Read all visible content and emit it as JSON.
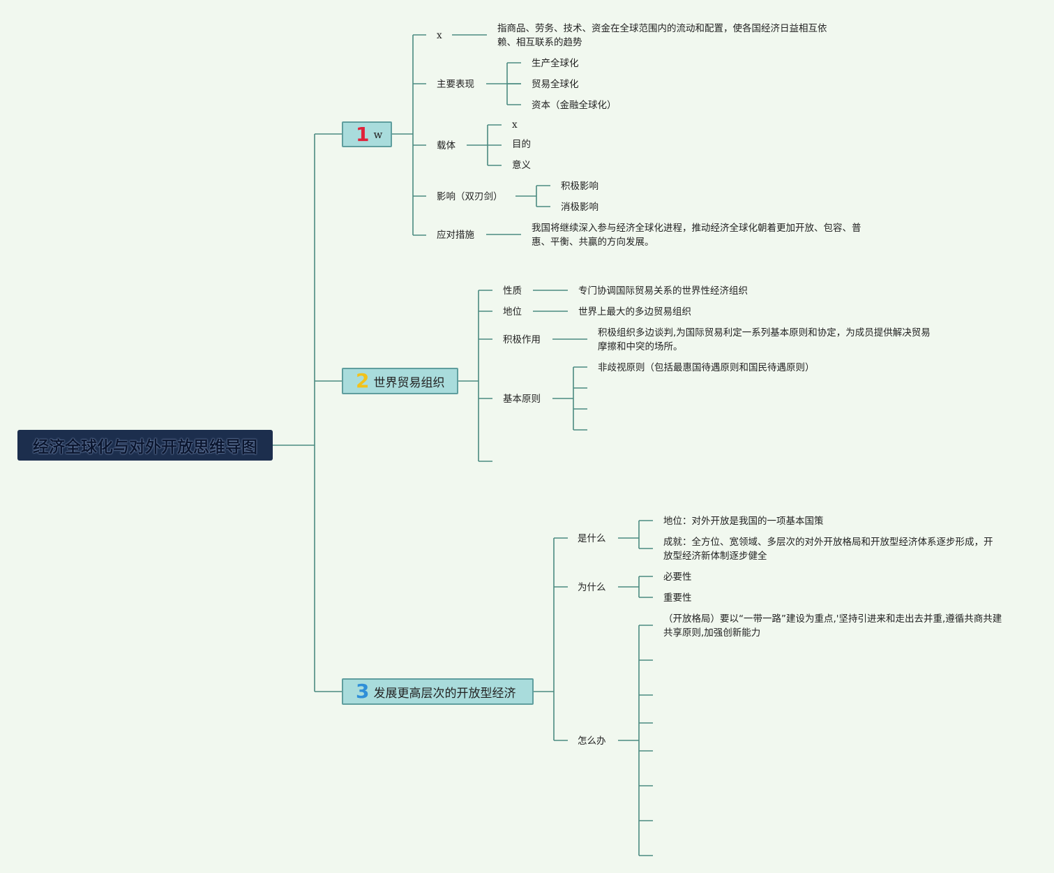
{
  "root": {
    "title": "经济全球化与对外开放思维导图"
  },
  "branch1": {
    "num": "1",
    "num_color": "#e0223a",
    "title": "w",
    "def_label": "x",
    "def_text_line1": "指商品、劳务、技术、资金在全球范围内的流动和配置，使各国经济日益相互依",
    "def_text_line2": "赖、相互联系的趋势",
    "manifest_label": "主要表现",
    "manifest_items": [
      "生产全球化",
      "贸易全球化",
      "资本（金融全球化）"
    ],
    "carrier_label": "载体",
    "carrier_items": [
      "x",
      "目的",
      "意义"
    ],
    "impact_label": "影响（双刃剑）",
    "impact_items": [
      "积极影响",
      "消极影响"
    ],
    "response_label": "应对措施",
    "response_text_line1": "我国将继续深入参与经济全球化进程，推动经济全球化朝着更加开放、包容、普",
    "response_text_line2": "惠、平衡、共赢的方向发展。"
  },
  "branch2": {
    "num": "2",
    "num_color": "#f2c21b",
    "title": "世界贸易组织",
    "nature_label": "性质",
    "nature_text": "专门协调国际贸易关系的世界性经济组织",
    "status_label": "地位",
    "status_text": "世界上最大的多边贸易组织",
    "role_label": "积极作用",
    "role_text_line1": "积极组织多边谈判,为国际贸易利定一系列基本原则和协定，为成员提供解决贸易",
    "role_text_line2": "摩擦和中突的场所。",
    "principle_label": "基本原则",
    "principle_items": [
      "非歧视原则（包括最惠国待遇原则和国民待遇原则）"
    ]
  },
  "branch3": {
    "num": "3",
    "num_color": "#2f8fd8",
    "title": "发展更高层次的开放型经济",
    "what_label": "是什么",
    "what_item1": "地位：对外开放是我国的一项基本国策",
    "what_item2_line1": "成就：全方位、宽领域、多层次的对外开放格局和开放型经济体系逐步形成，开",
    "what_item2_line2": "放型经济新体制逐步健全",
    "why_label": "为什么",
    "why_items": [
      "必要性",
      "重要性"
    ],
    "how_label": "怎么办",
    "how_item1_line1": "（开放格局）要以“一带一路”建设为重点,'坚持引进来和走出去并重,遵循共商共建",
    "how_item1_line2": "共享原则,加强创新能力"
  },
  "colors": {
    "line": "#4a8a80",
    "root_bg": "#1c2e4d",
    "branch_bg": "#a9dcdc"
  }
}
